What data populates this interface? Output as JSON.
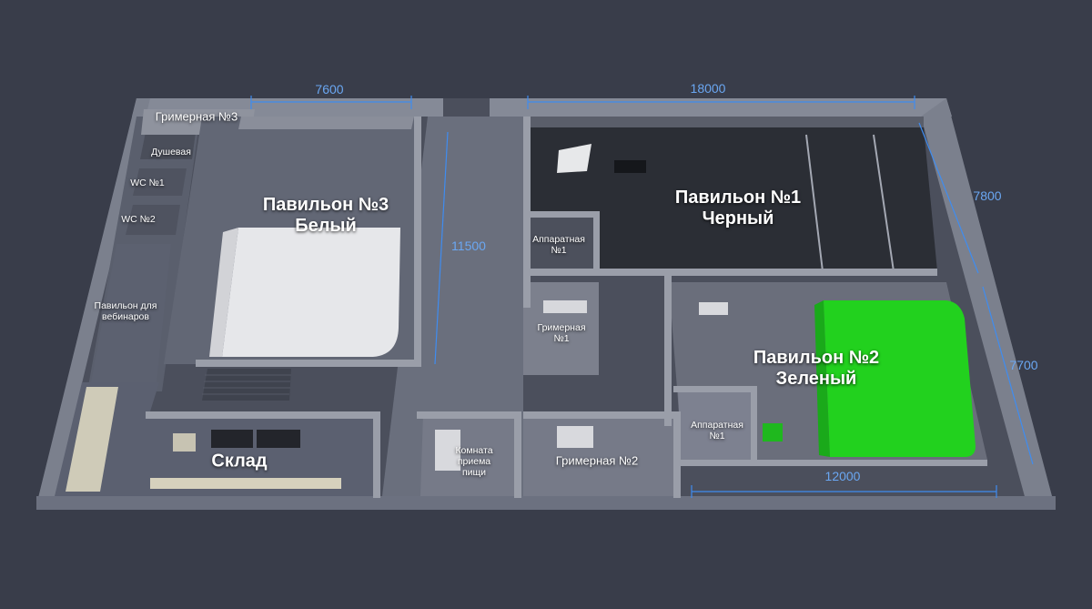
{
  "rooms": {
    "grimernaya3": "Гримерная №3",
    "dushevaya": "Душевая",
    "wc1": "WC №1",
    "wc2": "WC №2",
    "webinar": "Павильон для\nвебинаров",
    "pavilion3": "Павильон №3\nБелый",
    "sklad": "Склад",
    "apparatnaya1_top": "Аппаратная\n№1",
    "grimernaya1": "Гримерная\n№1",
    "pavilion1": "Павильон №1\nЧерный",
    "pavilion2": "Павильон №2\nЗеленый",
    "apparatnaya1_bottom": "Аппаратная\n№1",
    "food_room": "Комната\nприема\nпищи",
    "grimernaya2": "Гримерная №2"
  },
  "dimensions": {
    "d7600": "7600",
    "d18000": "18000",
    "d11500": "11500",
    "d7800": "7800",
    "d7700": "7700",
    "d12000": "12000"
  },
  "colors": {
    "background": "#393d4a",
    "floor": "#5b6070",
    "wall_top": "#8a8f9c",
    "black_pavilion": "#2b2e35",
    "white_cyc": "#e6e7ea",
    "green_cyc": "#22d11e",
    "dimension_line": "#3f8cf0"
  }
}
